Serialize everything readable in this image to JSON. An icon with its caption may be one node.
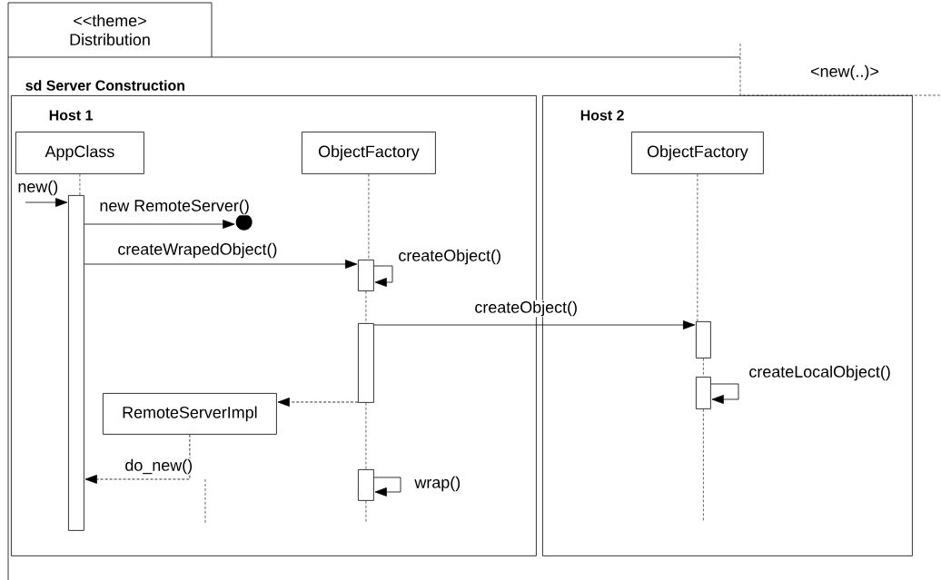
{
  "diagram": {
    "nodes": [
      {
        "text": [
          "<<theme> Distribution",
          "sd Server Construction"
        ]
      },
      {
        "text": [
          "<new(..)>"
        ]
      },
      {
        "text": [
          "Host 1"
        ],
        "in": 0
      },
      {
        "text": [
          "Host 2"
        ]
      },
      {
        "text": [
          "AppClass"
        ],
        "in": 2
      },
      {
        "text": [
          "ObjectFactory"
        ],
        "in": 2
      },
      {
        "text": [
          "ObjectFactory"
        ],
        "in": 3
      },
      {
        "text": [
          "RemoteServerImpl"
        ],
        "in": 2
      },
      {
        "text": [],
        "shape": "bar",
        "in": 2
      },
      {
        "text": [],
        "shape": "circle",
        "in": 2
      },
      {
        "text": [],
        "shape": "bar",
        "in": 2
      },
      {
        "text": [],
        "shape": "bar",
        "in": 2
      },
      {
        "text": [],
        "shape": "bar",
        "in": 2
      },
      {
        "text": [],
        "shape": "bar"
      },
      {
        "text": [],
        "shape": "bar"
      }
    ],
    "edges": [
      {
        "from": 0,
        "to": 8,
        "label": "new()",
        "arrow": "to"
      },
      {
        "from": 8,
        "to": 9,
        "label": "new RemoteServer()",
        "arrow": "to"
      },
      {
        "from": 8,
        "to": 10,
        "label": "createWrapedObject()",
        "arrow": "to"
      },
      {
        "from": 10,
        "to": 10,
        "label": "createObject()",
        "arrow": "to"
      },
      {
        "from": 11,
        "to": 13,
        "label": "createObject()",
        "arrow": "to"
      },
      {
        "from": 14,
        "to": 14,
        "label": "createLocalObject()",
        "arrow": "to"
      },
      {
        "from": 11,
        "to": 7,
        "arrow": "to",
        "style": "dashed"
      },
      {
        "from": 7,
        "to": 8,
        "label": "do_new()",
        "arrow": "to",
        "style": "dashed"
      },
      {
        "from": 12,
        "to": 12,
        "label": "wrap()",
        "arrow": "to"
      },
      {
        "from": 4,
        "to": 8,
        "arrow": "none",
        "style": "dashed"
      },
      {
        "from": 5,
        "to": 10,
        "arrow": "none",
        "style": "dashed"
      },
      {
        "from": 10,
        "to": 11,
        "arrow": "none",
        "style": "dashed"
      },
      {
        "from": 11,
        "to": 12,
        "arrow": "none",
        "style": "dashed"
      },
      {
        "from": 12,
        "to": null,
        "arrow": "none",
        "style": "dashed"
      },
      {
        "from": 6,
        "to": 13,
        "arrow": "none",
        "style": "dashed"
      },
      {
        "from": 13,
        "to": 14,
        "arrow": "none",
        "style": "dashed"
      },
      {
        "from": 14,
        "to": null,
        "arrow": "none",
        "style": "dashed"
      }
    ]
  }
}
